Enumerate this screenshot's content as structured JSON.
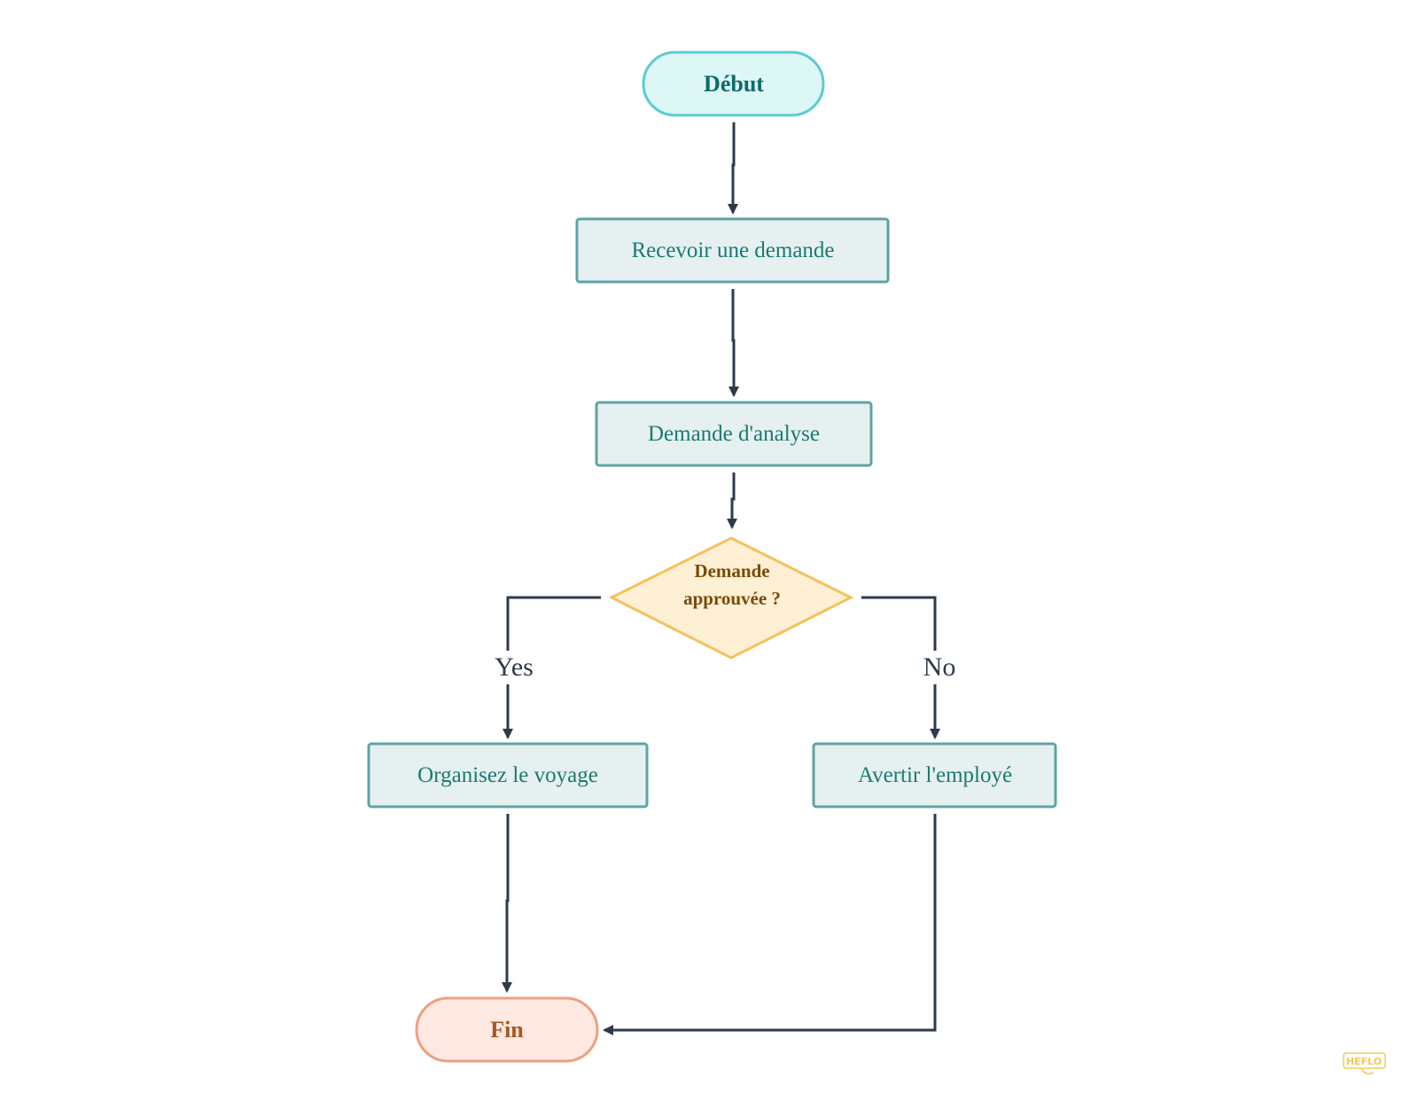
{
  "diagram": {
    "nodes": {
      "start": {
        "label": "Début",
        "shape": "terminator"
      },
      "receive": {
        "label": "Recevoir une demande",
        "shape": "process"
      },
      "analyze": {
        "label": "Demande d'analyse",
        "shape": "process"
      },
      "decision": {
        "label_line1": "Demande",
        "label_line2": "approuvée ?",
        "shape": "decision"
      },
      "organize": {
        "label": "Organisez le voyage",
        "shape": "process"
      },
      "notify": {
        "label": "Avertir l'employé",
        "shape": "process"
      },
      "end": {
        "label": "Fin",
        "shape": "terminator"
      }
    },
    "edges": [
      {
        "from": "start",
        "to": "receive",
        "label": ""
      },
      {
        "from": "receive",
        "to": "analyze",
        "label": ""
      },
      {
        "from": "analyze",
        "to": "decision",
        "label": ""
      },
      {
        "from": "decision",
        "to": "organize",
        "label": "Yes"
      },
      {
        "from": "decision",
        "to": "notify",
        "label": "No"
      },
      {
        "from": "organize",
        "to": "end",
        "label": ""
      },
      {
        "from": "notify",
        "to": "end",
        "label": ""
      }
    ],
    "edge_labels": {
      "yes": "Yes",
      "no": "No"
    }
  },
  "watermark": {
    "text": "HEFLO"
  },
  "colors": {
    "start_fill": "#ddf6f6",
    "start_stroke": "#5cccd0",
    "start_text": "#0d6b6b",
    "process_fill": "#e6f0f0",
    "process_stroke": "#5fa3a3",
    "process_text": "#1a7a72",
    "decision_fill": "#fdf0d5",
    "decision_stroke": "#f4c25c",
    "decision_text": "#7a4a06",
    "end_fill": "#fde9e2",
    "end_stroke": "#ee9f80",
    "end_text": "#a8561c",
    "connector": "#2e3a4b",
    "watermark": "#f3c85a"
  }
}
